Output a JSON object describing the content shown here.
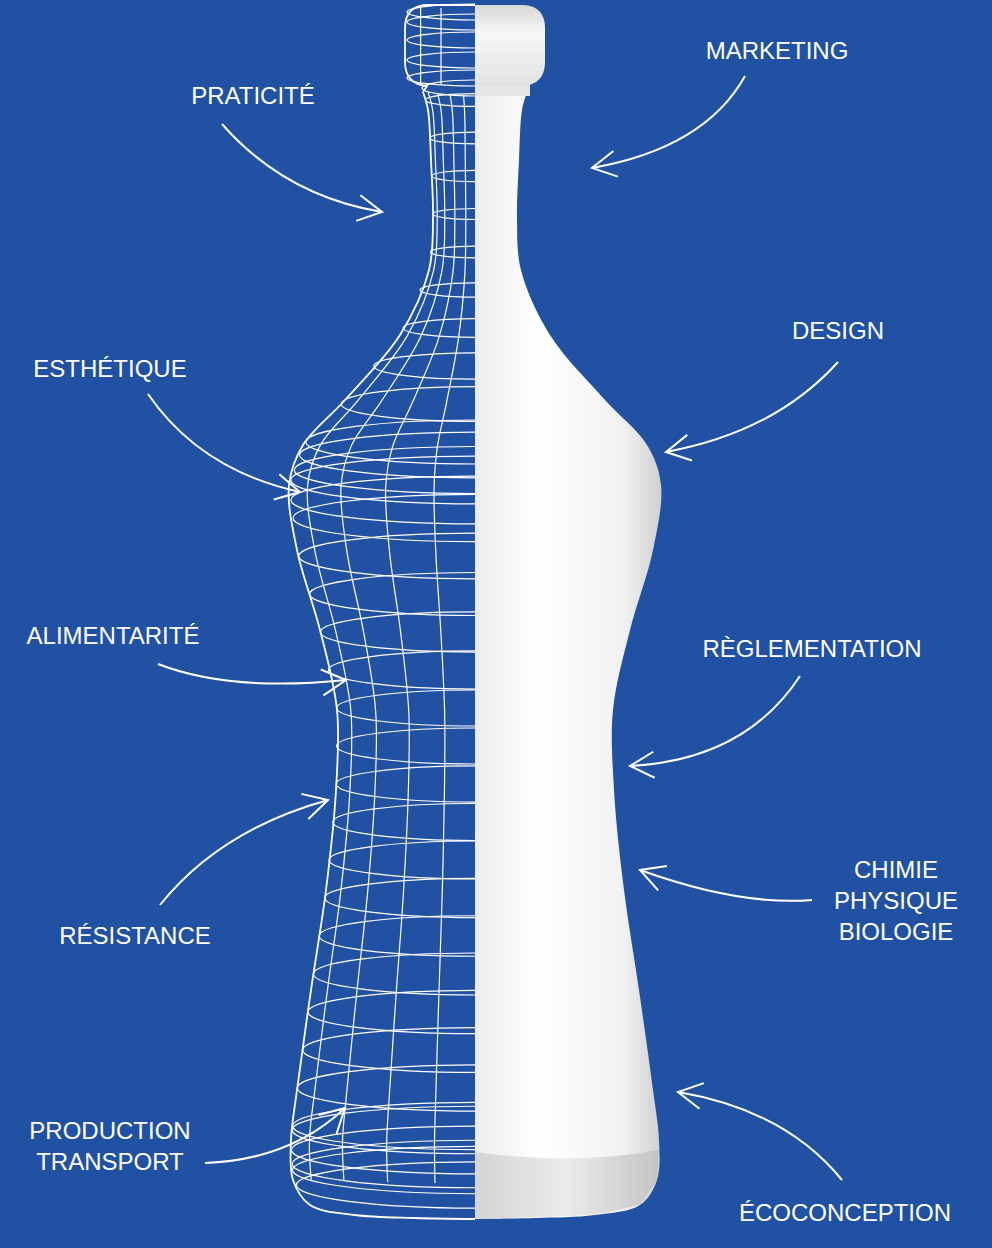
{
  "diagram": {
    "labels": [
      "MARKETING",
      "PRATICITÉ",
      "DESIGN",
      "ESTHÉTIQUE",
      "ALIMENTARITÉ",
      "RÈGLEMENTATION",
      "CHIMIE PHYSIQUE BIOLOGIE",
      "RÉSISTANCE",
      "PRODUCTION TRANSPORT",
      "ÉCOCONCEPTION"
    ]
  }
}
